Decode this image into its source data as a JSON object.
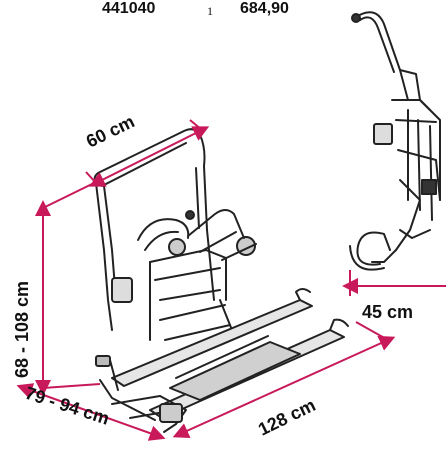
{
  "header": {
    "article_code": "441040",
    "quantity": "1",
    "price": "684,90"
  },
  "dimensions": {
    "width_top": "60 cm",
    "height": "68 - 108 cm",
    "depth_folded": "45 cm",
    "base_width": "79 - 94 cm",
    "rail_length": "128 cm"
  },
  "colors": {
    "dimension_line": "#c8195a",
    "frame_line": "#222222"
  }
}
